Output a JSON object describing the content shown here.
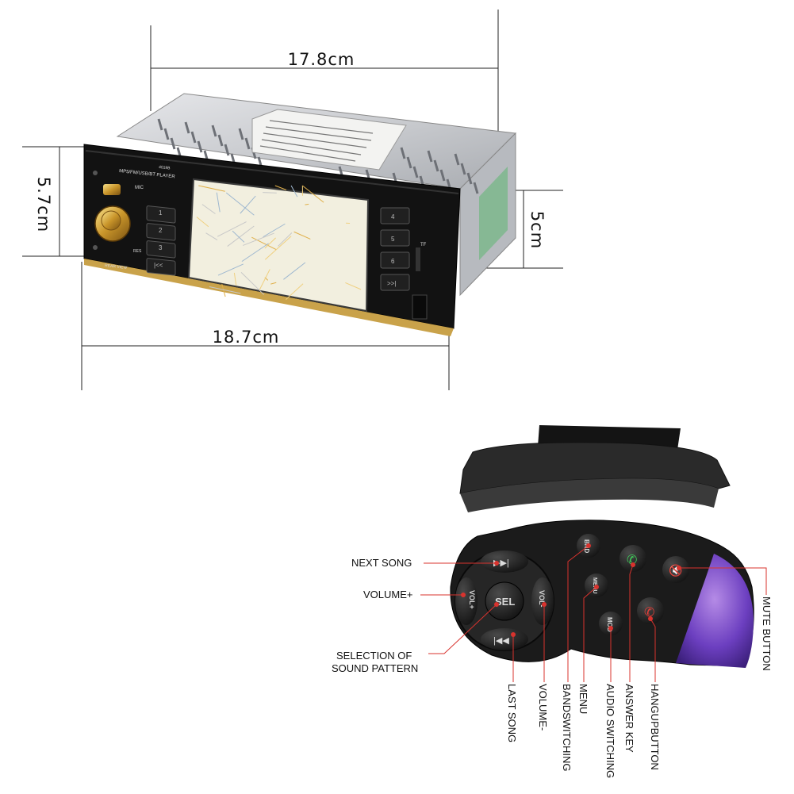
{
  "dimensions": {
    "top_width": "17.8cm",
    "front_width": "18.7cm",
    "front_height": "5.7cm",
    "side_height": "5cm"
  },
  "radio": {
    "model_text": "MP5/FM/USB/BT PLAYER",
    "model_number": "4019B",
    "left_buttons": [
      "1",
      "2",
      "3",
      "|<<"
    ],
    "right_buttons": [
      "4",
      "5",
      "6",
      ">>|"
    ],
    "mic_label": "MIC",
    "res_label": "RES",
    "rear_view_label": "REAR VIEW",
    "tf_label": "TF"
  },
  "remote": {
    "labels": {
      "next_song": "NEXT SONG",
      "volume_plus": "VOLUME+",
      "selection_line1": "SELECTION OF",
      "selection_line2": "SOUND PATTERN",
      "last_song": "LAST SONG",
      "volume_minus": "VOLUME-",
      "band_switching": "BANDSWITCHING",
      "menu": "MENU",
      "audio_switching": "AUDIO SWITCHING",
      "answer_key": "ANSWER KEY",
      "hang_up": "HANGUPBUTTON",
      "mute": "MUTE BUTTON"
    },
    "buttons": {
      "sel": "SEL",
      "vol_plus": "VOL+",
      "vol_minus": "VOL-",
      "band": "BND",
      "menu": "MENU",
      "mod": "MOD"
    }
  }
}
